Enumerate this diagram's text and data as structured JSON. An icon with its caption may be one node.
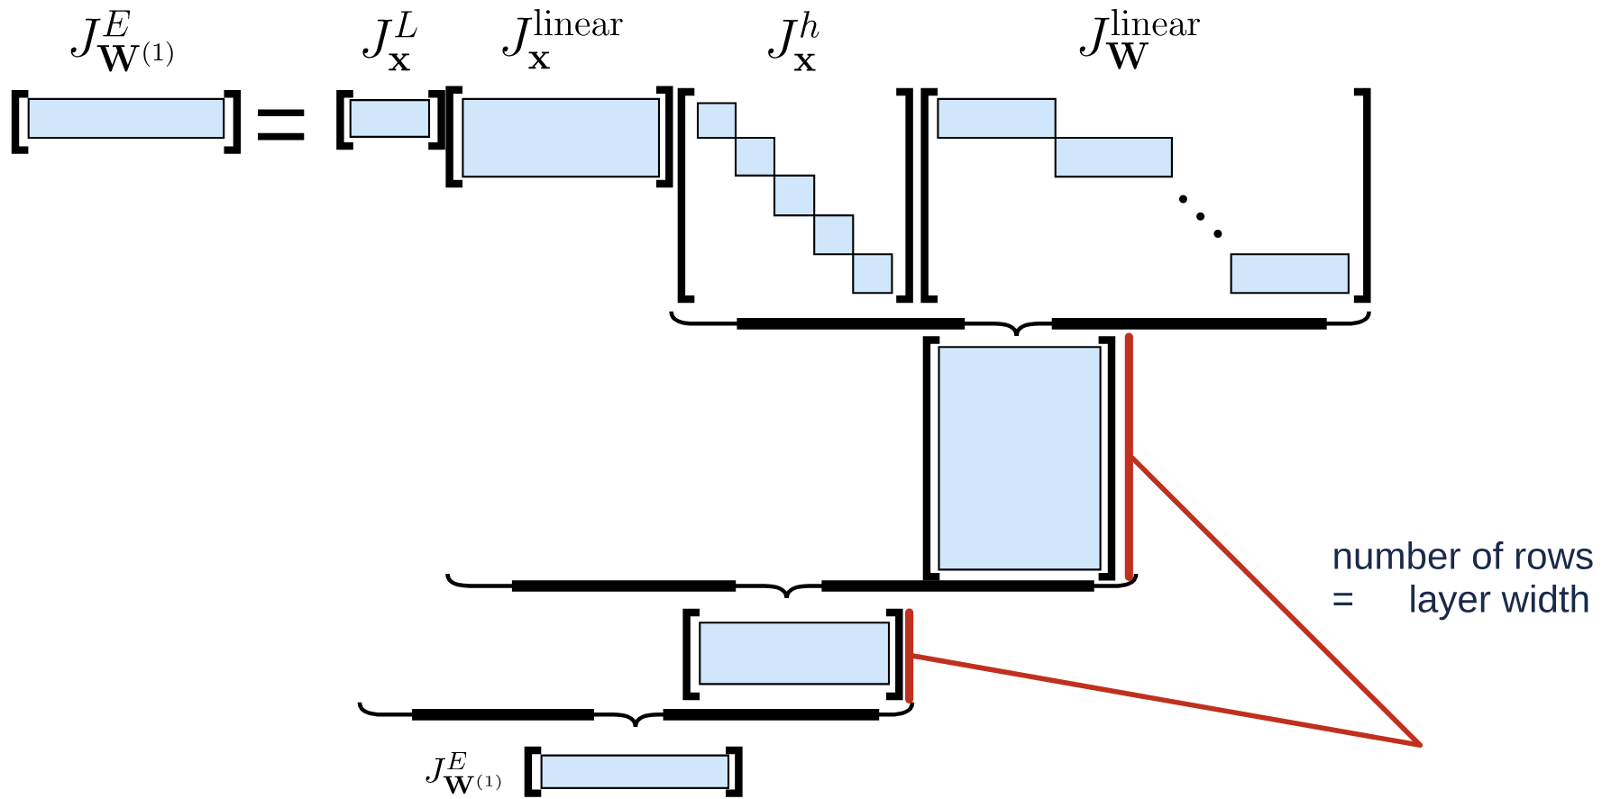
{
  "diagram": {
    "nodes": [
      {
        "text": [
          "J^{E}_{\\mathbf{W}^{(1)}}"
        ]
      },
      {
        "text": [
          "J^{L}_{\\mathbf{x}}"
        ]
      },
      {
        "text": [
          "J^{\\mathrm{linear}}_{\\mathbf{x}}"
        ]
      },
      {
        "text": [
          "J^{h}_{\\mathbf{x}}"
        ]
      },
      {
        "text": [
          "J^{\\mathrm{linear}}_{\\mathbf{W}}"
        ]
      },
      {
        "text": [],
        "shape": "box"
      },
      {
        "text": [],
        "shape": "box"
      },
      {
        "text": [
          "J^{E}_{\\mathbf{W}^{(1)}}"
        ]
      }
    ],
    "edges": [
      {
        "from": 5,
        "to": 6,
        "arrow": "none",
        "color": "#c0301f"
      }
    ],
    "labels": [
      "=",
      "number of rows",
      "=",
      "layer width"
    ]
  }
}
